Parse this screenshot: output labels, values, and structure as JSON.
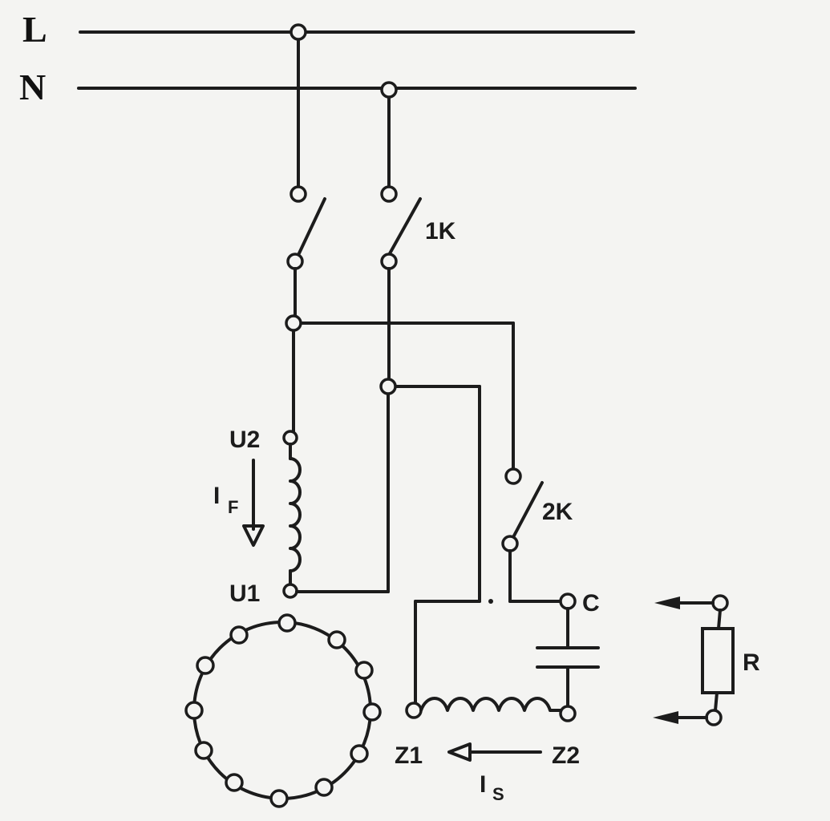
{
  "lines": {
    "live": "L",
    "neutral": "N"
  },
  "contactors": {
    "main": "1K",
    "aux": "2K"
  },
  "field_winding": {
    "start": "U2",
    "end": "U1",
    "current_symbol": "I",
    "current_subscript": "F"
  },
  "series_winding": {
    "start": "Z1",
    "end": "Z2",
    "current_symbol": "I",
    "current_subscript": "S"
  },
  "terminal_c": "C",
  "resistor": "R",
  "colors": {
    "ink": "#1c1c1c",
    "paper": "#f4f4f2"
  }
}
